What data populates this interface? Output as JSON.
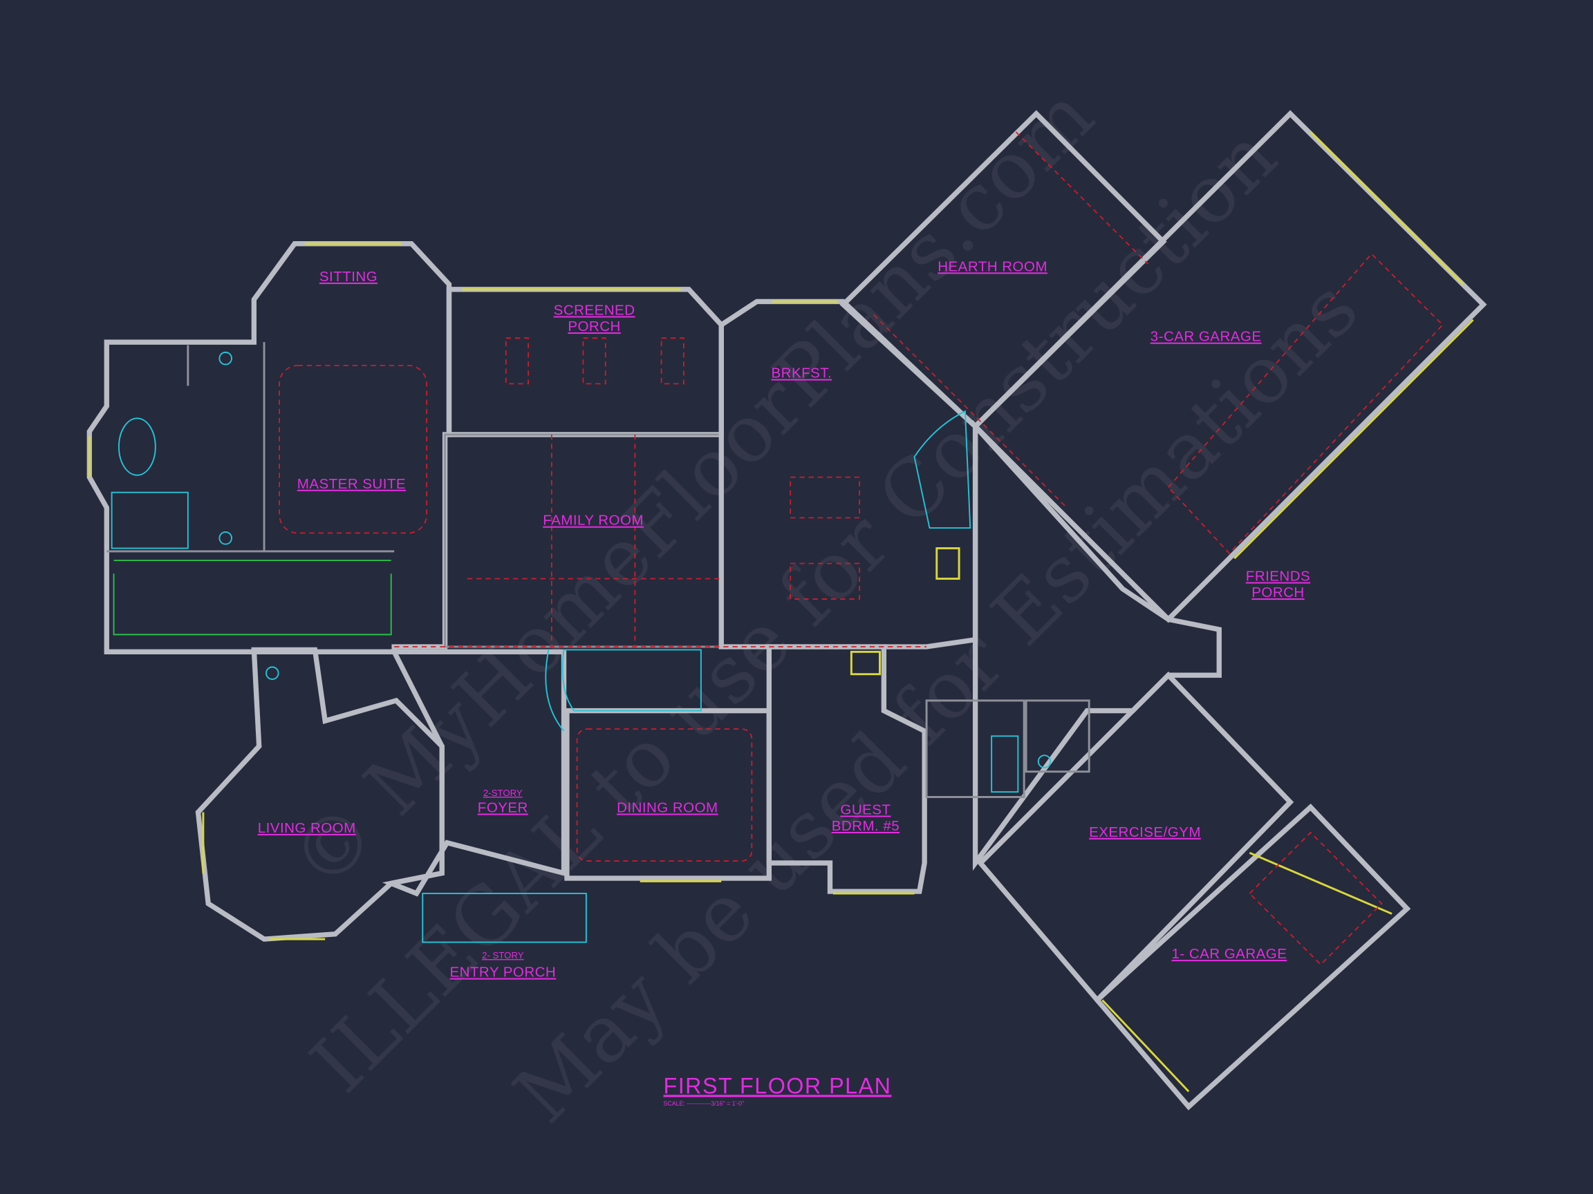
{
  "title": "FIRST FLOOR PLAN",
  "scale": "SCALE: ------------3/16\" = 1'-0\"",
  "rooms": {
    "sitting": "SITTING",
    "screened_1": "SCREENED",
    "screened_2": "PORCH",
    "brkfst": "BRKFST.",
    "hearth": "HEARTH ROOM",
    "garage3": "3-CAR GARAGE",
    "master": "MASTER SUITE",
    "family": "FAMILY ROOM",
    "friends_1": "FRIENDS",
    "friends_2": "PORCH",
    "living": "LIVING ROOM",
    "foyer_1": "2-STORY",
    "foyer_2": "FOYER",
    "dining": "DINING ROOM",
    "guest_1": "GUEST",
    "guest_2": "BDRM. #5",
    "gym": "EXERCISE/GYM",
    "garage1": "1- CAR GARAGE",
    "entry_1": "2- STORY",
    "entry_2": "ENTRY PORCH"
  },
  "watermark": {
    "line1": "© MyHomeFloorPlans.com",
    "line2": "ILLEGAL to use for Construction",
    "line3": "May be used for Estimations"
  },
  "colors": {
    "background": "#262a3d",
    "label": "#e22ce0",
    "wall": "#b9bcc4",
    "window": "#d8d83a",
    "dash": "#c8202e",
    "stair": "#25c4d6"
  }
}
